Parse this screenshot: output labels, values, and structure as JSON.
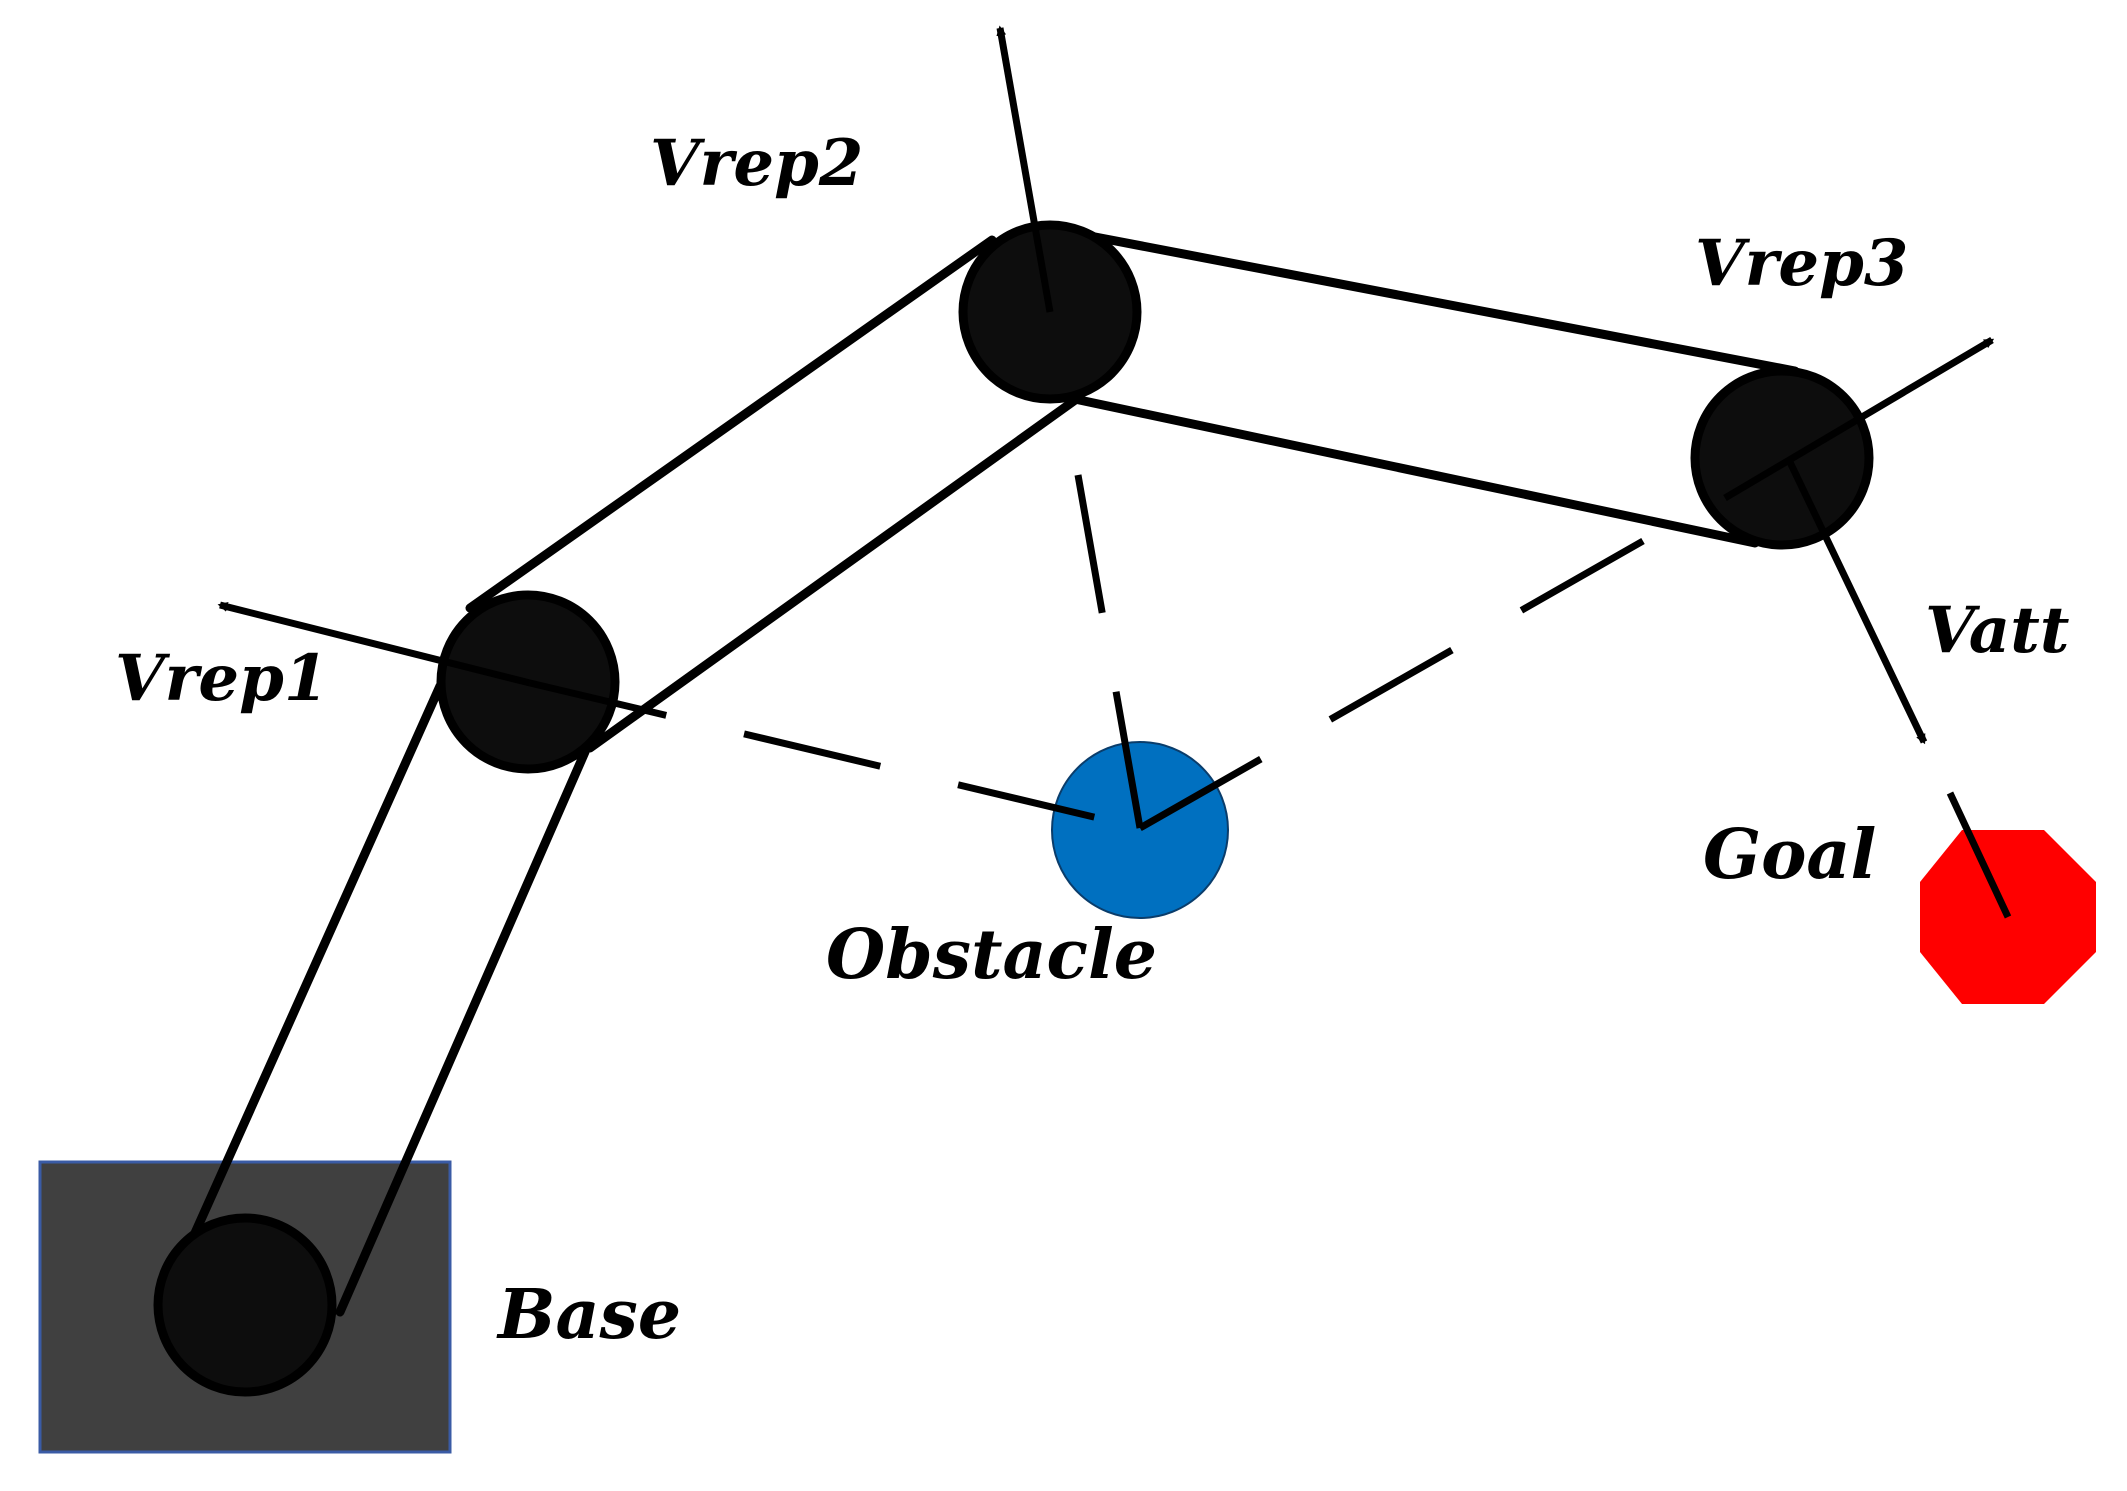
{
  "labels": {
    "vrep1": "Vrep1",
    "vrep2": "Vrep2",
    "vrep3": "Vrep3",
    "vatt": "Vatt",
    "goal": "Goal",
    "obstacle": "Obstacle",
    "base": "Base"
  },
  "colors": {
    "joint": "#0d0d0d",
    "base": "#404040",
    "base_border": "#3a5ba5",
    "obstacle": "#0070c0",
    "goal": "#ff0000",
    "stroke": "#000000"
  }
}
